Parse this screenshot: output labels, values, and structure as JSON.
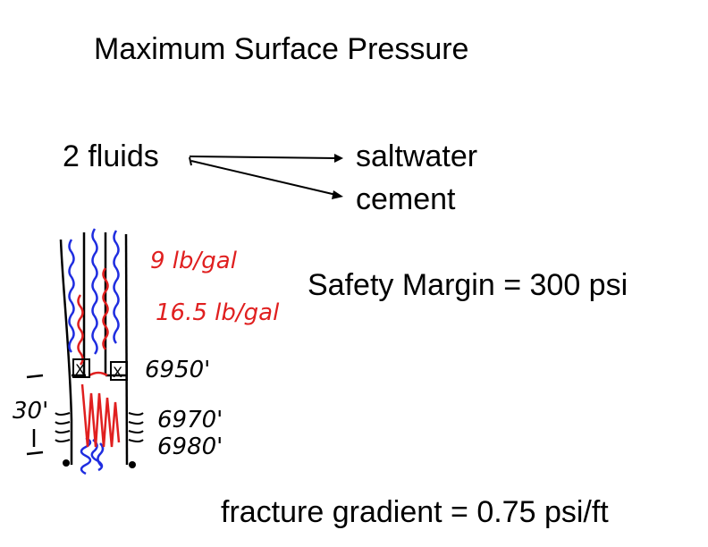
{
  "slide": {
    "title": "Maximum Surface Pressure",
    "fluids_label": "2 fluids",
    "fluids": [
      "saltwater",
      "cement"
    ],
    "safety_margin": "Safety Margin = 300 psi",
    "fracture_gradient": "fracture gradient = 0.75 psi/ft"
  },
  "sketch": {
    "density_1": "9 lb/gal",
    "density_2": "16.5 lb/gal",
    "depth_1": "6950'",
    "depth_2": "6970'",
    "depth_3": "6980'",
    "interval": "30'",
    "packer_mark": "X"
  },
  "colors": {
    "saltwater": "#1f2de0",
    "cement": "#e01f1f",
    "ink": "#000000"
  }
}
